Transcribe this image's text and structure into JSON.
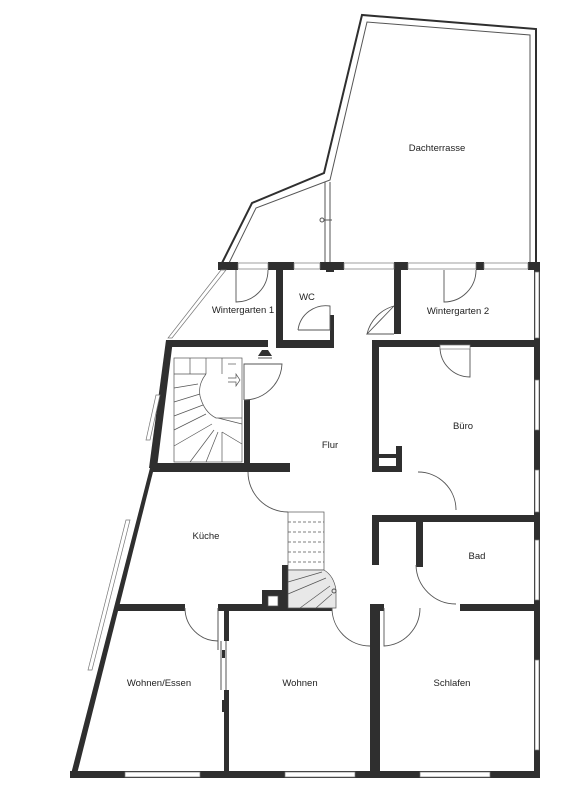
{
  "rooms": [
    {
      "id": "dachterrasse",
      "label": "Dachterrasse"
    },
    {
      "id": "wintergarten1",
      "label": "Wintergarten 1"
    },
    {
      "id": "wc",
      "label": "WC"
    },
    {
      "id": "wintergarten2",
      "label": "Wintergarten 2"
    },
    {
      "id": "flur",
      "label": "Flur"
    },
    {
      "id": "buero",
      "label": "Büro"
    },
    {
      "id": "kueche",
      "label": "Küche"
    },
    {
      "id": "bad",
      "label": "Bad"
    },
    {
      "id": "wohnen_essen",
      "label": "Wohnen/Essen"
    },
    {
      "id": "wohnen",
      "label": "Wohnen"
    },
    {
      "id": "schlafen",
      "label": "Schlafen"
    }
  ],
  "colors": {
    "wall": "#2f2f2f",
    "line": "#555555",
    "landing": "#e8e8e8",
    "background": "#ffffff"
  }
}
